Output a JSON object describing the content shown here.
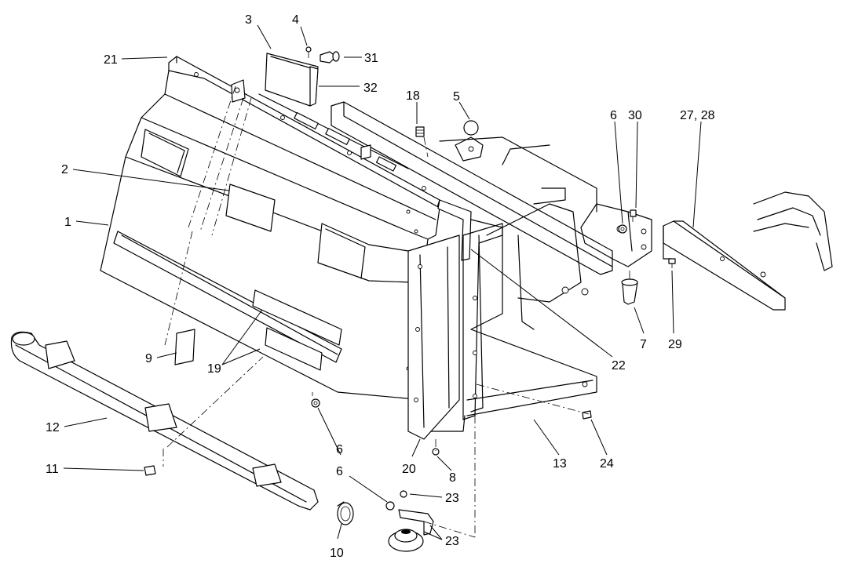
{
  "callouts": {
    "c1": "1",
    "c2": "2",
    "c3": "3",
    "c4": "4",
    "c5": "5",
    "c6a": "6",
    "c6b": "6",
    "c6c": "6",
    "c7": "7",
    "c8": "8",
    "c9": "9",
    "c10": "10",
    "c11": "11",
    "c12": "12",
    "c13": "13",
    "c18": "18",
    "c19": "19",
    "c20": "20",
    "c21": "21",
    "c22": "22",
    "c23a": "23",
    "c23b": "23",
    "c24": "24",
    "c2728": "27, 28",
    "c29": "29",
    "c30": "30",
    "c31": "31",
    "c32": "32"
  }
}
